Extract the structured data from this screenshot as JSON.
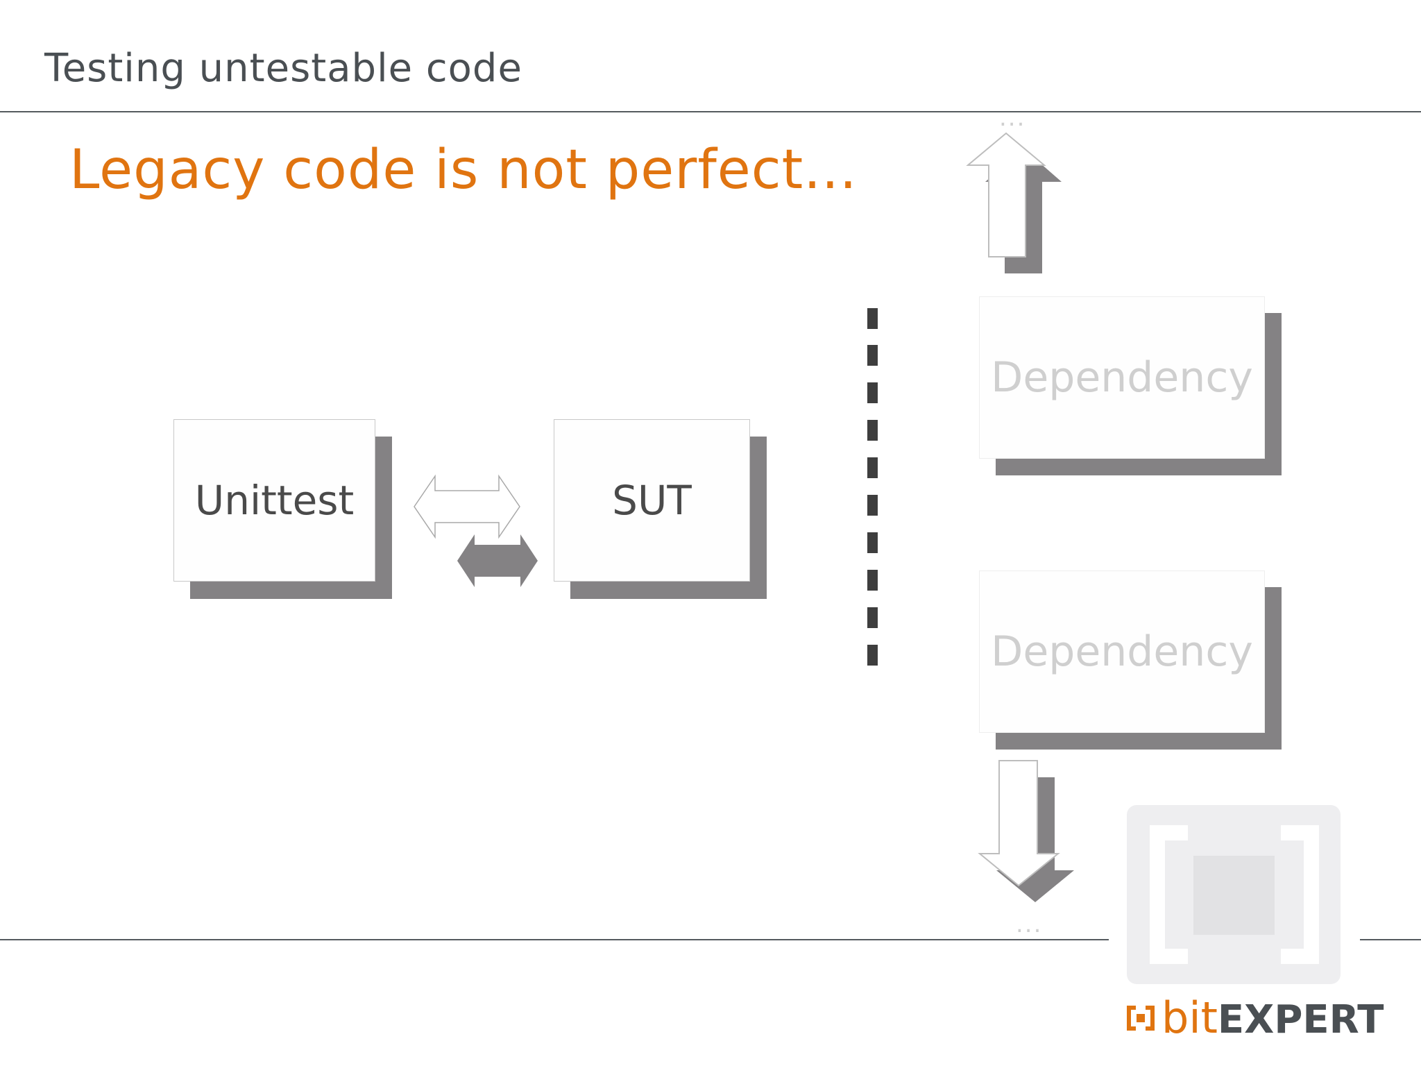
{
  "slide": {
    "title": "Testing untestable code",
    "headline": "Legacy code is not perfect..."
  },
  "diagram": {
    "unittest_label": "Unittest",
    "sut_label": "SUT",
    "dependency_1_label": "Dependency",
    "dependency_2_label": "Dependency",
    "ellipsis_top": "...",
    "ellipsis_bottom": "..."
  },
  "logo": {
    "word_bit": "bit",
    "word_expert": "EXPERT"
  },
  "colors": {
    "accent": "#e07410",
    "text_dark": "#4a4f53",
    "shadow": "#848284",
    "faint_text": "#cfcfcf",
    "logo_bg": "#eeeef0"
  }
}
